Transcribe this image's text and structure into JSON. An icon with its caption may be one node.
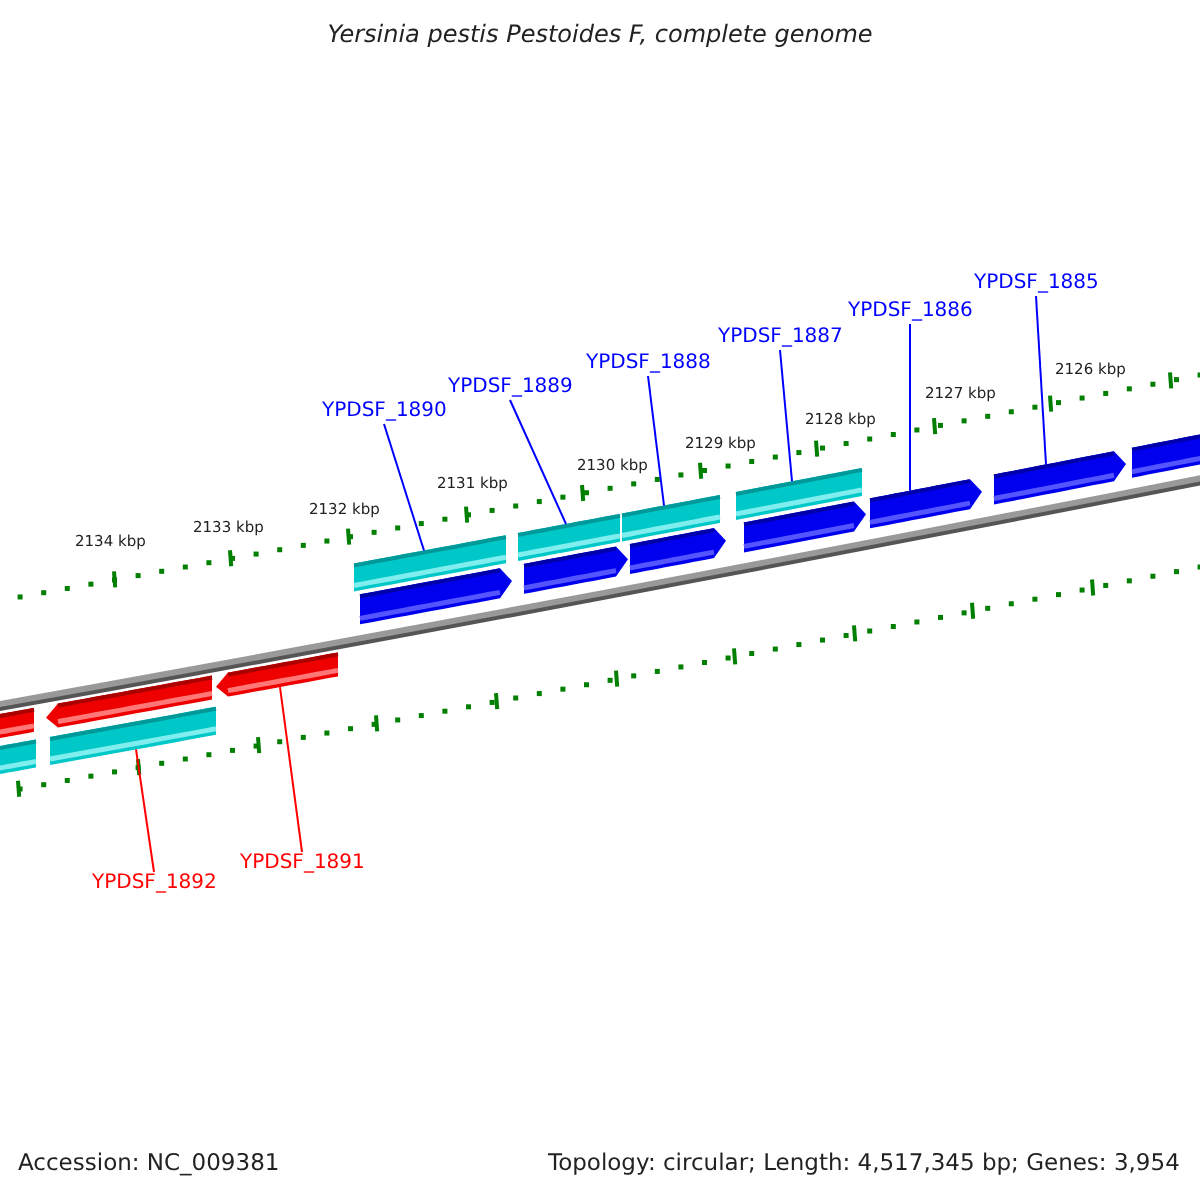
{
  "diagram": {
    "title": "Yersinia pestis Pestoides F, complete genome",
    "nodes": [
      {
        "text": [
          "YPDSF_1890"
        ]
      },
      {
        "text": [
          "YPDSF_1889"
        ]
      },
      {
        "text": [
          "YPDSF_1888"
        ]
      },
      {
        "text": [
          "YPDSF_1887"
        ]
      },
      {
        "text": [
          "YPDSF_1886"
        ]
      },
      {
        "text": [
          "YPDSF_1885"
        ]
      },
      {
        "text": [
          "YPDSF_1892"
        ]
      },
      {
        "text": [
          "YPDSF_1891"
        ]
      },
      {
        "text": [],
        "shape": "pentagon"
      },
      {
        "text": [],
        "shape": "bar"
      },
      {
        "text": [],
        "shape": "pentagon"
      },
      {
        "text": [],
        "shape": "bar"
      },
      {
        "text": [],
        "shape": "pentagon"
      },
      {
        "text": [],
        "shape": "bar"
      },
      {
        "text": [],
        "shape": "pentagon"
      },
      {
        "text": [],
        "shape": "bar"
      },
      {
        "text": [],
        "shape": "pentagon"
      },
      {
        "text": [],
        "shape": "bar"
      },
      {
        "text": [],
        "shape": "pentagon"
      },
      {
        "text": [],
        "shape": "bar"
      },
      {
        "text": [],
        "shape": "pentagon"
      },
      {
        "text": [],
        "shape": "pentagon"
      },
      {
        "text": [],
        "shape": "pentagon"
      },
      {
        "text": [],
        "shape": "pentagon"
      }
    ],
    "edges": [
      {
        "from": 0,
        "to": 13,
        "arrow": "none"
      },
      {
        "from": 1,
        "to": 15,
        "arrow": "none"
      },
      {
        "from": 2,
        "to": 17,
        "arrow": "none"
      },
      {
        "from": 3,
        "to": 19,
        "arrow": "none"
      },
      {
        "from": 4,
        "to": 21,
        "arrow": "none"
      },
      {
        "from": 5,
        "to": 22,
        "arrow": "none"
      },
      {
        "from": 6,
        "to": 11,
        "arrow": "none",
        "color": "#ff0000"
      },
      {
        "from": 7,
        "to": 12,
        "arrow": "none",
        "color": "#ff0000"
      }
    ],
    "labels": [
      "2134 kbp",
      "2133 kbp",
      "2132 kbp",
      "2131 kbp",
      "2130 kbp",
      "2129 kbp",
      "2128 kbp",
      "2127 kbp",
      "2126 kbp",
      "Accession: NC_009381",
      "Topology: circular; Length: 4,517,345 bp; Genes: 3,954"
    ]
  }
}
